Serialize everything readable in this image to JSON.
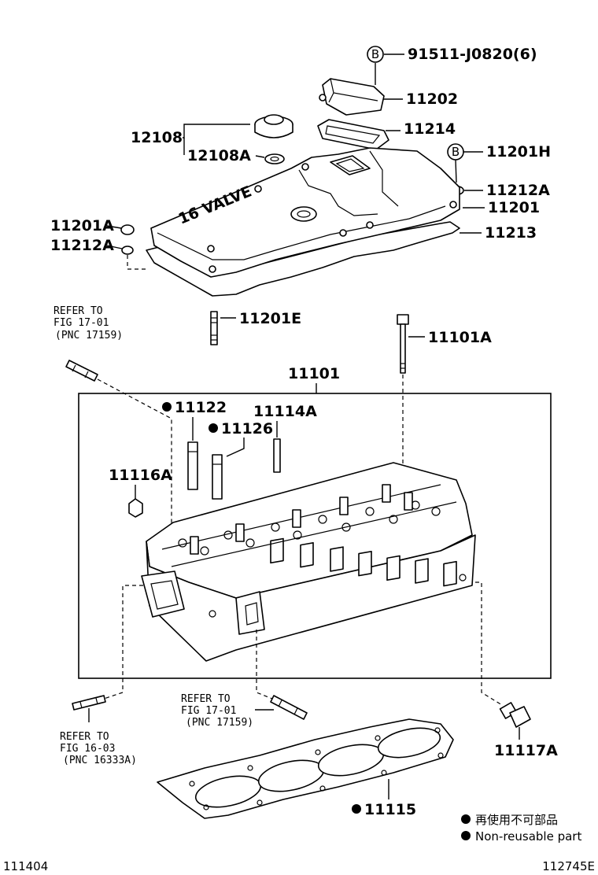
{
  "parts": {
    "p91511": "91511-J0820(6)",
    "p11202": "11202",
    "p11214": "11214",
    "p11201H": "11201H",
    "p12108": "12108",
    "p12108A": "12108A",
    "p11212A_r": "11212A",
    "p11201": "11201",
    "p11213": "11213",
    "p11201A": "11201A",
    "p11212A_l": "11212A",
    "p11201E": "11201E",
    "p11101A": "11101A",
    "p11101": "11101",
    "p11122": "11122",
    "p11114A": "11114A",
    "p11126": "11126",
    "p11116A": "11116A",
    "p11117A": "11117A",
    "p11115": "11115"
  },
  "callouts": {
    "b_top": "B",
    "b_mid": "B"
  },
  "engraving": "16 VALVE",
  "references": {
    "ref1": {
      "line1": "REFER TO",
      "line2": "FIG 17-01",
      "line3": "(PNC 17159)"
    },
    "ref2": {
      "line1": "REFER TO",
      "line2": "FIG 17-01",
      "line3": "(PNC 17159)"
    },
    "ref3": {
      "line1": "REFER TO",
      "line2": "FIG 16-03",
      "line3": "(PNC 16333A)"
    }
  },
  "legend": {
    "jp": "再使用不可部品",
    "en": "Non-reusable part"
  },
  "footer": {
    "left": "111404",
    "right": "112745E"
  }
}
